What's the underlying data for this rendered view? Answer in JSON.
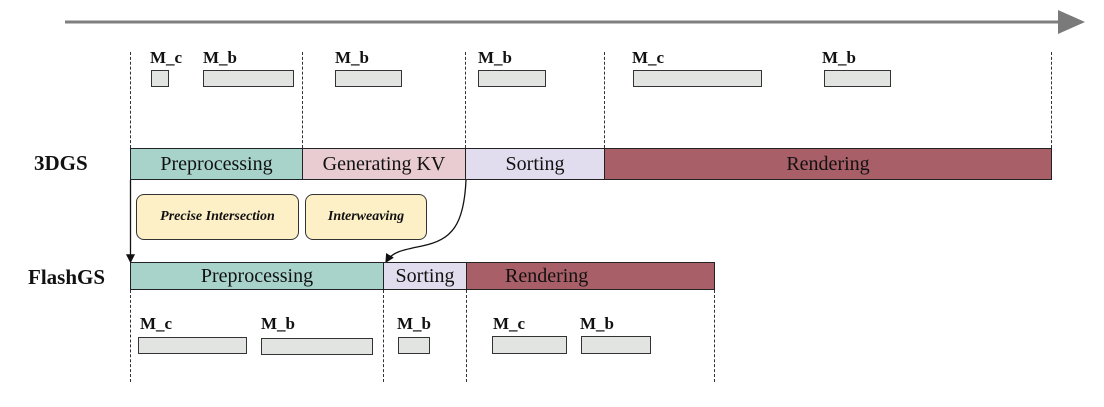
{
  "diagram": {
    "type": "timeline-comparison",
    "time_axis": {
      "direction": "left-to-right",
      "color": "#808080"
    },
    "rows": [
      {
        "id": "3dgs",
        "label": "3DGS",
        "stages": [
          {
            "name": "Preprocessing",
            "color": "#a8d3cb"
          },
          {
            "name": "Generating KV",
            "color": "#e8ccd1"
          },
          {
            "name": "Sorting",
            "color": "#e2ddee"
          },
          {
            "name": "Rendering",
            "color": "#a85f67"
          }
        ],
        "memory_ops": [
          {
            "stage": "Preprocessing",
            "ops": [
              "M_c",
              "M_b"
            ]
          },
          {
            "stage": "Generating KV",
            "ops": [
              "M_b"
            ]
          },
          {
            "stage": "Sorting",
            "ops": [
              "M_b"
            ]
          },
          {
            "stage": "Rendering",
            "ops": [
              "M_c",
              "M_b"
            ]
          }
        ]
      },
      {
        "id": "flashgs",
        "label": "FlashGS",
        "stages": [
          {
            "name": "Preprocessing",
            "color": "#a8d3cb"
          },
          {
            "name": "Sorting",
            "color": "#e2ddee"
          },
          {
            "name": "Rendering",
            "color": "#a85f67"
          }
        ],
        "memory_ops": [
          {
            "stage": "Preprocessing",
            "ops": [
              "M_c",
              "M_b"
            ]
          },
          {
            "stage": "Sorting",
            "ops": [
              "M_b"
            ]
          },
          {
            "stage": "Rendering",
            "ops": [
              "M_c",
              "M_b"
            ]
          }
        ]
      }
    ],
    "optimizations": [
      {
        "label": "Precise Intersection",
        "color": "#fdf0c7"
      },
      {
        "label": "Interweaving",
        "color": "#fdf0c7"
      }
    ],
    "memory_box_color": "#e1e4e1"
  }
}
